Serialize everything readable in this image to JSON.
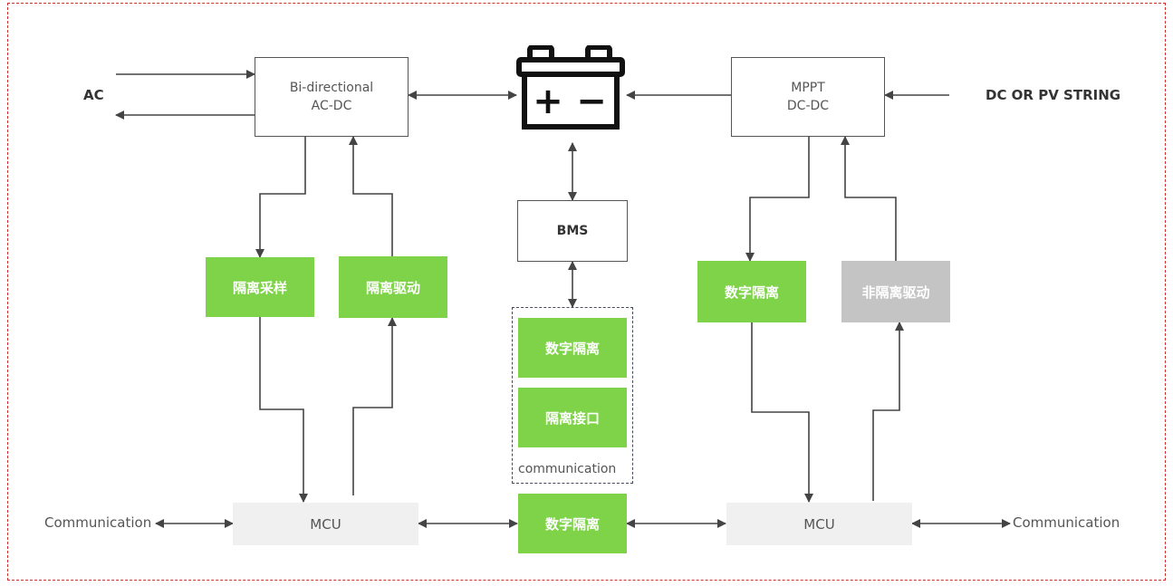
{
  "labels": {
    "ac": "AC",
    "dc_input": "DC OR PV STRING",
    "comm_left": "Communication",
    "comm_right": "Communication"
  },
  "blocks": {
    "acdc_line1": "Bi-directional",
    "acdc_line2": "AC-DC",
    "mppt_line1": "MPPT",
    "mppt_line2": "DC-DC",
    "bms": "BMS",
    "iso_sampling": "隔离采样",
    "iso_drive": "隔离驱动",
    "digital_iso_right": "数字隔离",
    "non_iso_drive": "非隔离驱动",
    "comm_digital_iso": "数字隔离",
    "comm_iso_interface": "隔离接口",
    "comm_group_label": "communication",
    "mcu_left": "MCU",
    "mcu_right": "MCU",
    "bottom_digital_iso": "数字隔离"
  },
  "battery": {
    "plus": "+",
    "minus": "−",
    "icon": "battery-icon"
  },
  "colors": {
    "green": "#7ed348",
    "gray": "#c4c4c4",
    "mcu_bg": "#f0f0f0",
    "frame": "#d0312d",
    "line": "#444444"
  }
}
